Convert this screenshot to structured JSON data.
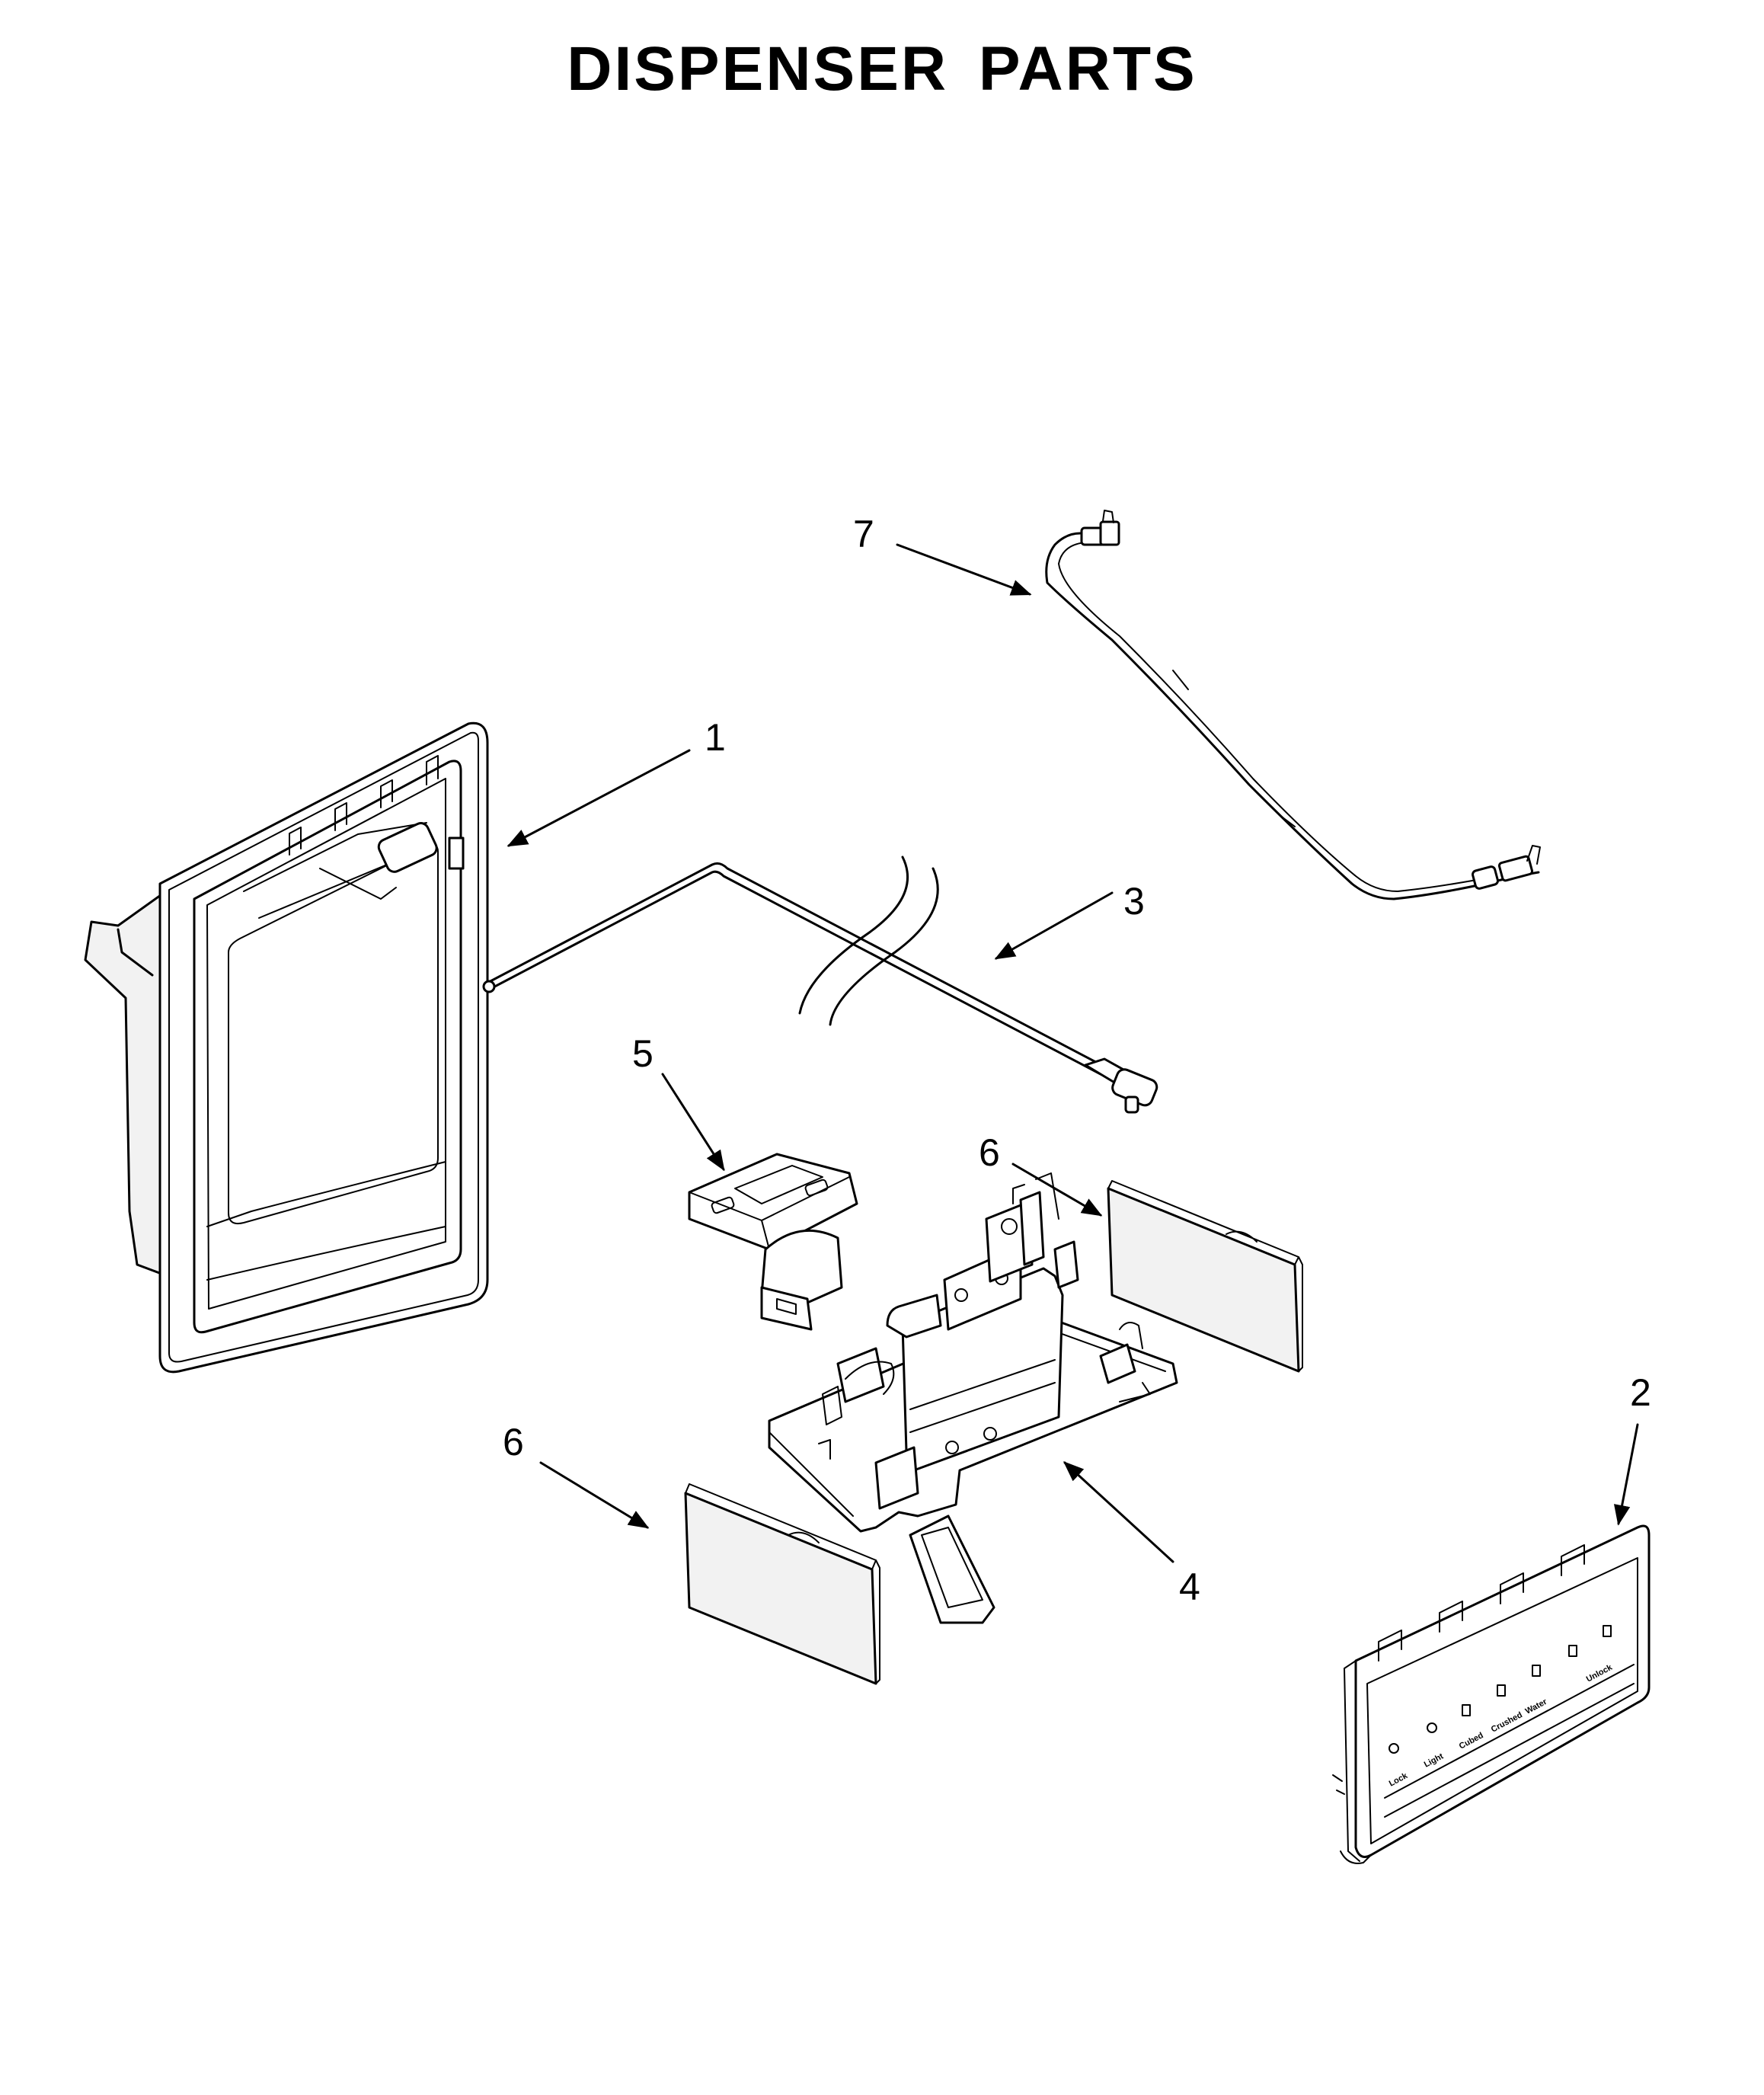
{
  "title": "DISPENSER PARTS",
  "callouts": {
    "housing": "1",
    "control_panel": "2",
    "water_tube": "3",
    "lever_assembly": "4",
    "switch_actuator": "5",
    "trim_right": "6",
    "trim_left": "6",
    "wire_harness": "7"
  },
  "control_panel_labels": {
    "lock": "Lock",
    "light": "Light",
    "cubed": "Cubed",
    "crushed": "Crushed",
    "water": "Water",
    "unlock": "Unlock"
  }
}
